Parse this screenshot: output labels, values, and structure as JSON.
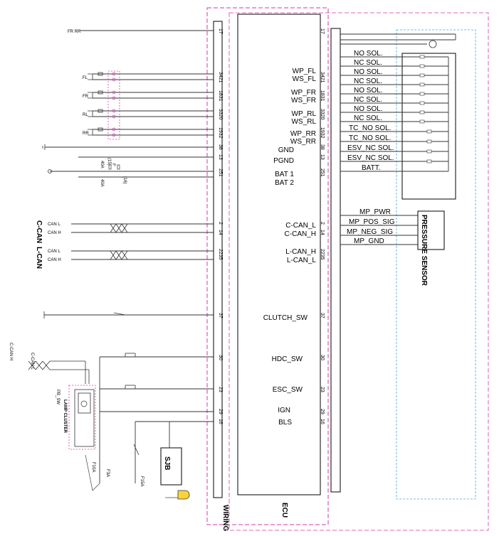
{
  "left_wires": {
    "fr_rr": "FR RR",
    "fl": "FL",
    "fr": "FR",
    "rl": "RL",
    "rr": "RR",
    "can_l": "CAN L",
    "can_h": "CAN H",
    "c_can": "C-CAN",
    "l_can": "L-CAN",
    "fuse_15": "(15)",
    "fuse_16": "(16)",
    "fuse_f": "F",
    "fuse_40a": "40A",
    "c_can_h": "C-CAN H",
    "c_can_l": "C-CAN L",
    "pb_sw": "PB_SW",
    "lamp_cluster": "LAMP CLUSTER",
    "sjb": "SJB",
    "f10a": "F10A",
    "f3a": "F3A",
    "f15a": "F15A"
  },
  "pins": {
    "p17": "17",
    "p3421": "3421",
    "p1831": "1831",
    "p3320": "3320",
    "p1932": "1932",
    "p38": "38",
    "p13": "13",
    "p251": "251",
    "p2": "2",
    "p14": "14",
    "p2235": "2235",
    "p37": "37",
    "p30": "30",
    "p23": "23",
    "p29": "29",
    "p16": "16"
  },
  "ecu_labels": {
    "wp_fl": "WP_FL",
    "ws_fl": "WS_FL",
    "wp_fr": "WP_FR",
    "ws_fr": "WS_FR",
    "wp_rl": "WP_RL",
    "ws_rl": "WS_RL",
    "wp_rr": "WP_RR",
    "ws_rr": "WS_RR",
    "gnd": "GND",
    "pgnd": "PGND",
    "bat1": "BAT 1",
    "bat2": "BAT 2",
    "c_can_l": "C-CAN_L",
    "c_can_h": "C-CAN_H",
    "l_can_h": "L-CAN_H",
    "l_can_l": "L-CAN_L",
    "clutch_sw": "CLUTCH_SW",
    "hdc_sw": "HDC_SW",
    "esc_sw": "ESC_SW",
    "ign": "IGN",
    "bls": "BLS"
  },
  "valves": {
    "no_sol": "NO SOL.",
    "nc_sol": "NC SOL.",
    "tc_no_sol": "TC_NO SOL.",
    "esv_nc_sol": "ESV_NC SOL.",
    "batt": "BATT."
  },
  "pressure": {
    "mp_pwr": "MP_PWR",
    "mp_pos_sig": "MP_POS_SIG",
    "mp_neg_sig": "MP_NEG_SIG",
    "mp_gnd": "MP_GND",
    "sensor": "PRESSURE SENSOR"
  },
  "blocks": {
    "wiring": "WIRING",
    "ecu": "ECU"
  },
  "colors": {
    "magenta": "#d63aa8",
    "blue": "#4da6d8",
    "yellow": "#ffd23a",
    "wire": "#333333"
  }
}
